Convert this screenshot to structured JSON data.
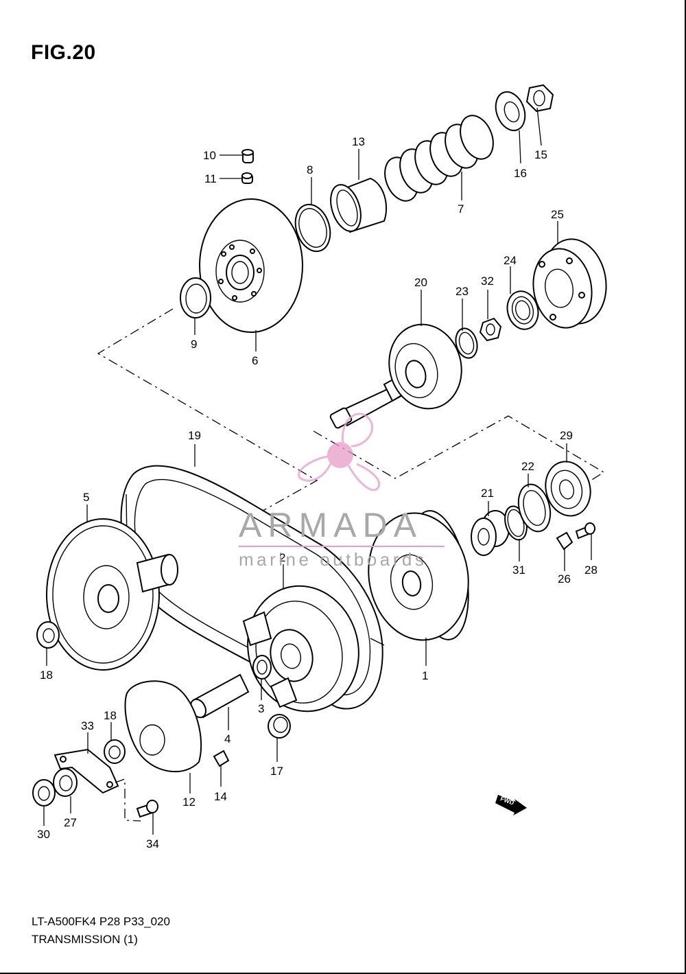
{
  "figure": {
    "title": "FIG.20",
    "model_code": "LT-A500FK4 P28 P33_020",
    "section_title": "TRANSMISSION (1)",
    "direction_badge": "FWD"
  },
  "watermark": {
    "brand": "ARMADA",
    "tagline": "marine outboards",
    "icon": "propeller-logo-icon",
    "brand_color": "#a8a8a8",
    "accent_color": "#e79bc8"
  },
  "callouts": [
    "1",
    "2",
    "3",
    "4",
    "5",
    "6",
    "7",
    "8",
    "9",
    "10",
    "11",
    "12",
    "13",
    "14",
    "15",
    "16",
    "17",
    "18",
    "18",
    "19",
    "20",
    "21",
    "22",
    "23",
    "24",
    "25",
    "26",
    "27",
    "28",
    "29",
    "30",
    "31",
    "32",
    "33",
    "34"
  ]
}
